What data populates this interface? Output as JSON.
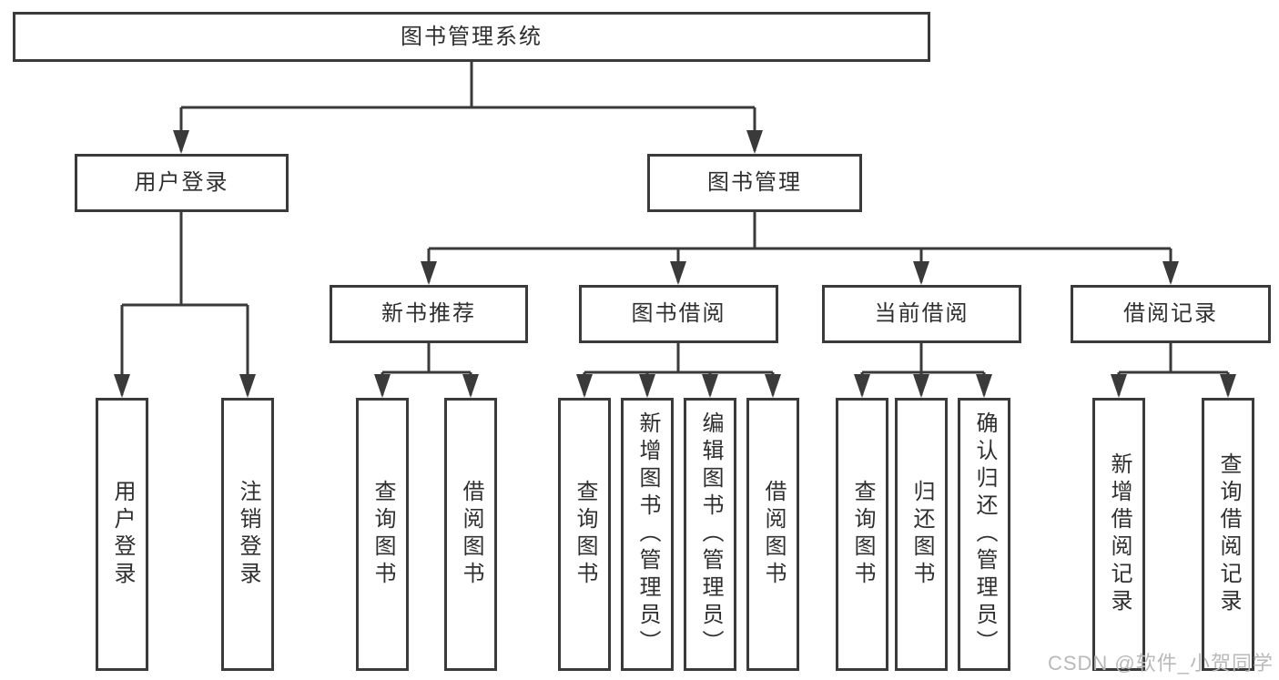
{
  "tree": {
    "label": "图书管理系统",
    "children": [
      {
        "label": "用户登录",
        "children": [
          {
            "label": "用户登录"
          },
          {
            "label": "注销登录"
          }
        ]
      },
      {
        "label": "图书管理",
        "children": [
          {
            "label": "新书推荐",
            "children": [
              {
                "label": "查询图书"
              },
              {
                "label": "借阅图书"
              }
            ]
          },
          {
            "label": "图书借阅",
            "children": [
              {
                "label": "查询图书"
              },
              {
                "label": "新增图书（管理员）"
              },
              {
                "label": "编辑图书（管理员）"
              },
              {
                "label": "借阅图书"
              }
            ]
          },
          {
            "label": "当前借阅",
            "children": [
              {
                "label": "查询图书"
              },
              {
                "label": "归还图书"
              },
              {
                "label": "确认归还（管理员）"
              }
            ]
          },
          {
            "label": "借阅记录",
            "children": [
              {
                "label": "新增借阅记录"
              },
              {
                "label": "查询借阅记录"
              }
            ]
          }
        ]
      }
    ]
  },
  "watermark": "CSDN @软件_小贺同学",
  "colors": {
    "line": "#3a3a3a",
    "box_border": "#3a3a3a",
    "text": "#2f2f2f",
    "watermark": "#b9b9b9",
    "background": "#ffffff"
  }
}
